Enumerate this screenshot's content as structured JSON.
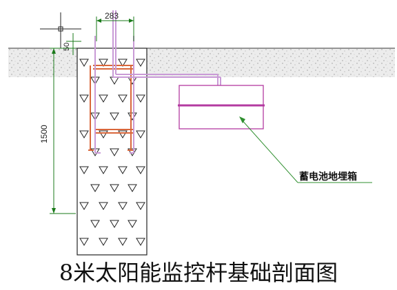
{
  "diagram": {
    "dimensions": {
      "width_label": "283",
      "top_offset_label": "50",
      "depth_label": "1500"
    },
    "callout_label": "蓄电池地埋箱",
    "caption": "8米太阳能监控杆基础剖面图"
  },
  "colors": {
    "pipe": "#c99ad6",
    "rebar": "#d9663a",
    "dimension": "#1a7a1a",
    "leader": "#2f8f2f",
    "outline": "#333333",
    "ground": "#e6e6e6"
  }
}
